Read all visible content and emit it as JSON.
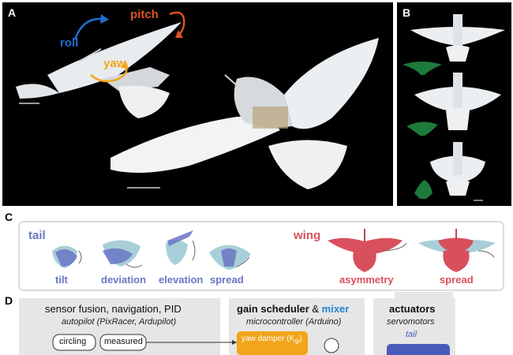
{
  "panels": {
    "a": "A",
    "b": "B",
    "c": "C",
    "d": "D"
  },
  "panel_a": {
    "roll": "roll",
    "pitch": "pitch",
    "yaw": "yaw"
  },
  "panel_c": {
    "tail_title": "tail",
    "tail_items": [
      "tilt",
      "deviation",
      "elevation",
      "spread"
    ],
    "wing_title": "wing",
    "wing_items": [
      "asymmetry",
      "spread"
    ]
  },
  "panel_d": {
    "box1_title": "sensor fusion, navigation, PID",
    "box1_sub": "autopilot (PixRacer, Ardupilot)",
    "btn_circling": "circling",
    "btn_measured": "measured",
    "box2_title_a": "gain scheduler",
    "box2_title_amp": " & ",
    "box2_title_b": "mixer",
    "box2_sub": "microcontroller (Arduino)",
    "yaw_damper": "yaw damper (K",
    "yaw_damper_sub": "ψ",
    "yaw_damper_end": ")",
    "box3_title": "actuators",
    "box3_sub": "servomotors",
    "box3_tail": "tail"
  },
  "colors": {
    "roll": "#1f6fd0",
    "pitch": "#e0531d",
    "yaw": "#f3a51b",
    "tail": "#6b74c4",
    "wing": "#d9505d",
    "mixer": "#1f86d6",
    "scheduler": "#f1a51a",
    "silhouette": "#1d7a3a"
  }
}
